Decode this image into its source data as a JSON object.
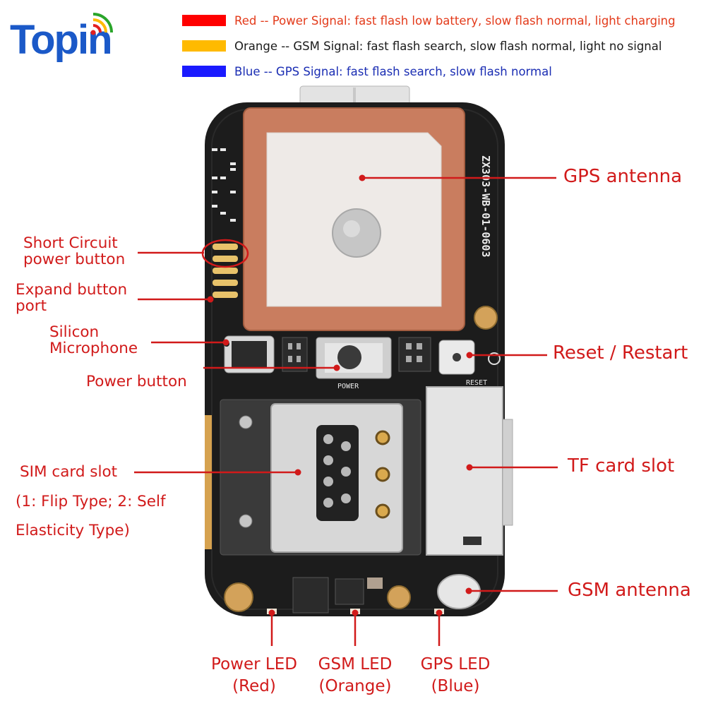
{
  "logo": {
    "text": "Topin"
  },
  "legend": [
    {
      "color": "#ff0000",
      "text_color": "#e33a1a",
      "text": "Red -- Power Signal: fast flash low battery, slow flash normal, light charging"
    },
    {
      "color": "#ffba00",
      "text_color": "#1a1a1a",
      "text": "Orange -- GSM Signal: fast flash search, slow flash normal, light no signal"
    },
    {
      "color": "#1a1aff",
      "text_color": "#1a2db3",
      "text": "Blue -- GPS Signal: fast flash search, slow flash normal"
    }
  ],
  "board": {
    "model_code": "ZX303-WB-01-0603",
    "reset_text": "RESET",
    "power_text": "POWER"
  },
  "labels": {
    "gps_antenna": "GPS antenna",
    "short_circuit_1": "Short Circuit",
    "short_circuit_2": "power button",
    "expand_1": "Expand button",
    "expand_2": "port",
    "mic_1": "Silicon",
    "mic_2": "Microphone",
    "power_button": "Power button",
    "reset": "Reset / Restart",
    "sim_1": "SIM card slot",
    "sim_2": "(1: Flip Type; 2: Self",
    "sim_3": "Elasticity Type)",
    "tf_card": "TF card slot",
    "gsm_antenna": "GSM antenna",
    "power_led_1": "Power LED",
    "power_led_2": "(Red)",
    "gsm_led_1": "GSM LED",
    "gsm_led_2": "(Orange)",
    "gps_led_1": "GPS LED",
    "gps_led_2": "(Blue)"
  },
  "colors": {
    "accent": "#d11a1a",
    "board": "#1a1a1a",
    "antenna": "#c97d5f"
  }
}
